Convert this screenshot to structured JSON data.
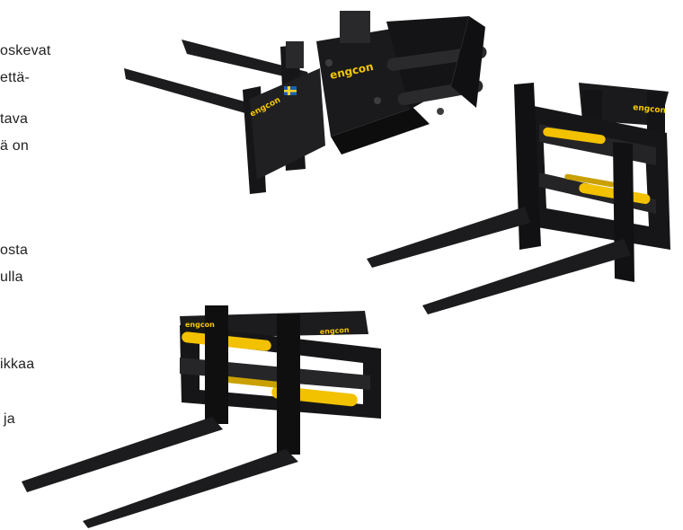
{
  "text_fragments": [
    "oskevat",
    "että-",
    "tava",
    "ä on",
    "osta",
    "ulla",
    "ikkaa",
    "ja"
  ],
  "products": [
    {
      "name": "Pallet fork with tilt frame",
      "logo_text": "engcon",
      "flag": "swedish-flag"
    },
    {
      "name": "Hydraulic pallet fork (angled)",
      "logo_text": "engcon"
    },
    {
      "name": "Hydraulic pallet fork (front)",
      "logo_text": "engcon"
    }
  ],
  "colors": {
    "steel": "#1c1c1e",
    "steel_light": "#3a3a3d",
    "steel_dark": "#0d0d0e",
    "hydraulic_yellow": "#f2c100",
    "logo_yellow": "#f6c800",
    "flag_blue": "#1a5fb4",
    "flag_yellow": "#f6d32d"
  }
}
